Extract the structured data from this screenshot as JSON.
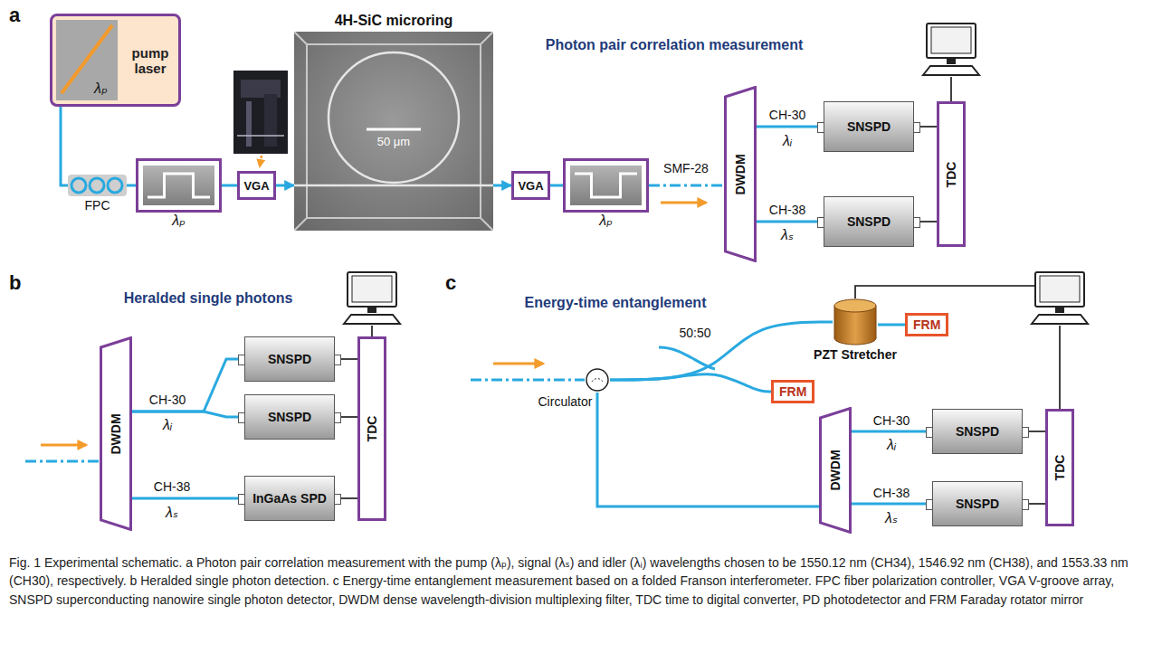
{
  "diagram": {
    "caption": "Fig. 1 Experimental schematic. a Photon pair correlation measurement with the pump (λₚ), signal (λₛ) and idler (λᵢ) wavelengths chosen to be 1550.12 nm (CH34), 1546.92 nm (CH38), and 1553.33 nm (CH30), respectively. b Heralded single photon detection. c Energy-time entanglement measurement based on a folded Franson interferometer. FPC fiber polarization controller, VGA V-groove array, SNSPD superconducting nanowire single photon detector, DWDM dense wavelength-division multiplexing filter, TDC time to digital converter, PD photodetector and FRM Faraday rotator mirror",
    "nodes": [
      {
        "text": [
          "λₚ",
          "pump laser"
        ]
      },
      {
        "text": [
          "FPC"
        ]
      },
      {
        "text": [
          "λₚ"
        ]
      },
      {
        "text": [
          "VGA"
        ]
      },
      {
        "text": [
          "4H-SiC microring",
          "50 μm"
        ]
      },
      {
        "text": [
          "VGA"
        ]
      },
      {
        "text": [
          "λₚ"
        ]
      },
      {
        "text": [
          "DWDM"
        ]
      },
      {
        "text": [
          "SNSPD"
        ]
      },
      {
        "text": [
          "SNSPD"
        ]
      },
      {
        "text": [
          "TDC"
        ]
      },
      {
        "text": [
          "DWDM"
        ]
      },
      {
        "text": [
          "SNSPD"
        ]
      },
      {
        "text": [
          "SNSPD"
        ]
      },
      {
        "text": [
          "InGaAs SPD"
        ]
      },
      {
        "text": [
          "TDC"
        ]
      },
      {
        "text": [
          "Circulator"
        ]
      },
      {
        "text": [
          "FRM"
        ]
      },
      {
        "text": [
          "PZT Stretcher"
        ]
      },
      {
        "text": [
          "FRM"
        ]
      },
      {
        "text": [
          "DWDM"
        ]
      },
      {
        "text": [
          "SNSPD"
        ]
      },
      {
        "text": [
          "SNSPD"
        ]
      },
      {
        "text": [
          "TDC"
        ]
      }
    ],
    "edges": [
      {
        "from": 0,
        "to": 1,
        "arrow": "none"
      },
      {
        "from": 1,
        "to": 2,
        "arrow": "none"
      },
      {
        "from": 2,
        "to": 3,
        "arrow": "none"
      },
      {
        "from": 3,
        "to": 4,
        "arrow": "to"
      },
      {
        "from": 4,
        "to": 5,
        "arrow": "to"
      },
      {
        "from": 5,
        "to": 6,
        "arrow": "none"
      },
      {
        "from": 6,
        "to": 7,
        "arrow": "none",
        "label": "SMF-28"
      },
      {
        "from": 7,
        "to": 8,
        "arrow": "none",
        "label": "CH-30"
      },
      {
        "from": 7,
        "to": 9,
        "arrow": "none",
        "label": "CH-38"
      },
      {
        "from": 8,
        "to": 10,
        "arrow": "none"
      },
      {
        "from": 9,
        "to": 10,
        "arrow": "none"
      },
      {
        "from": 11,
        "to": 12,
        "arrow": "none",
        "label": "CH-30"
      },
      {
        "from": 11,
        "to": 13,
        "arrow": "none"
      },
      {
        "from": 11,
        "to": 14,
        "arrow": "none",
        "label": "CH-38"
      },
      {
        "from": 12,
        "to": 15,
        "arrow": "none"
      },
      {
        "from": 13,
        "to": 15,
        "arrow": "none"
      },
      {
        "from": 14,
        "to": 15,
        "arrow": "none"
      },
      {
        "from": 16,
        "to": 17,
        "arrow": "none"
      },
      {
        "from": 16,
        "to": 18,
        "arrow": "none"
      },
      {
        "from": 18,
        "to": 19,
        "arrow": "none"
      },
      {
        "from": 16,
        "to": 20,
        "arrow": "none"
      },
      {
        "from": 20,
        "to": 21,
        "arrow": "none",
        "label": "CH-30"
      },
      {
        "from": 20,
        "to": 22,
        "arrow": "none",
        "label": "CH-38"
      },
      {
        "from": 21,
        "to": 23,
        "arrow": "none"
      },
      {
        "from": 22,
        "to": 23,
        "arrow": "none"
      }
    ],
    "labels": [
      "a",
      "Photon pair correlation measurement",
      "λᵢ",
      "λₛ",
      "b",
      "Heralded single photons",
      "λᵢ",
      "λₛ",
      "c",
      "Energy-time entanglement",
      "50:50",
      "λᵢ",
      "λₛ"
    ]
  }
}
